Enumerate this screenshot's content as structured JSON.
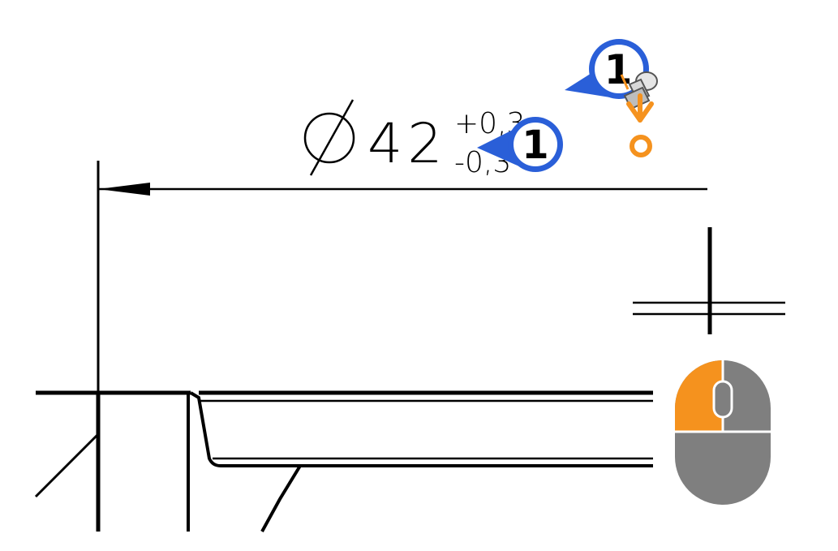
{
  "drawing": {
    "dimension": {
      "diameter_symbol": "Ø",
      "nominal": "42",
      "upper_tolerance": "+0,3",
      "lower_tolerance": "-0,3"
    },
    "balloons": [
      {
        "id": "balloon-primary",
        "label": "1"
      },
      {
        "id": "balloon-cursor",
        "label": "1"
      }
    ]
  },
  "cursor": {
    "icon": "stamp-cursor-icon",
    "snap_icon": "snap-point-icon",
    "accent_color": "#F5921E"
  },
  "mouse_hint": {
    "icon": "mouse-icon",
    "active_button": "left",
    "active_color": "#F5921E",
    "body_color": "#7F7F7F"
  },
  "colors": {
    "balloon": "#2A5FD8",
    "line": "#000000",
    "background": "#FFFFFF"
  }
}
